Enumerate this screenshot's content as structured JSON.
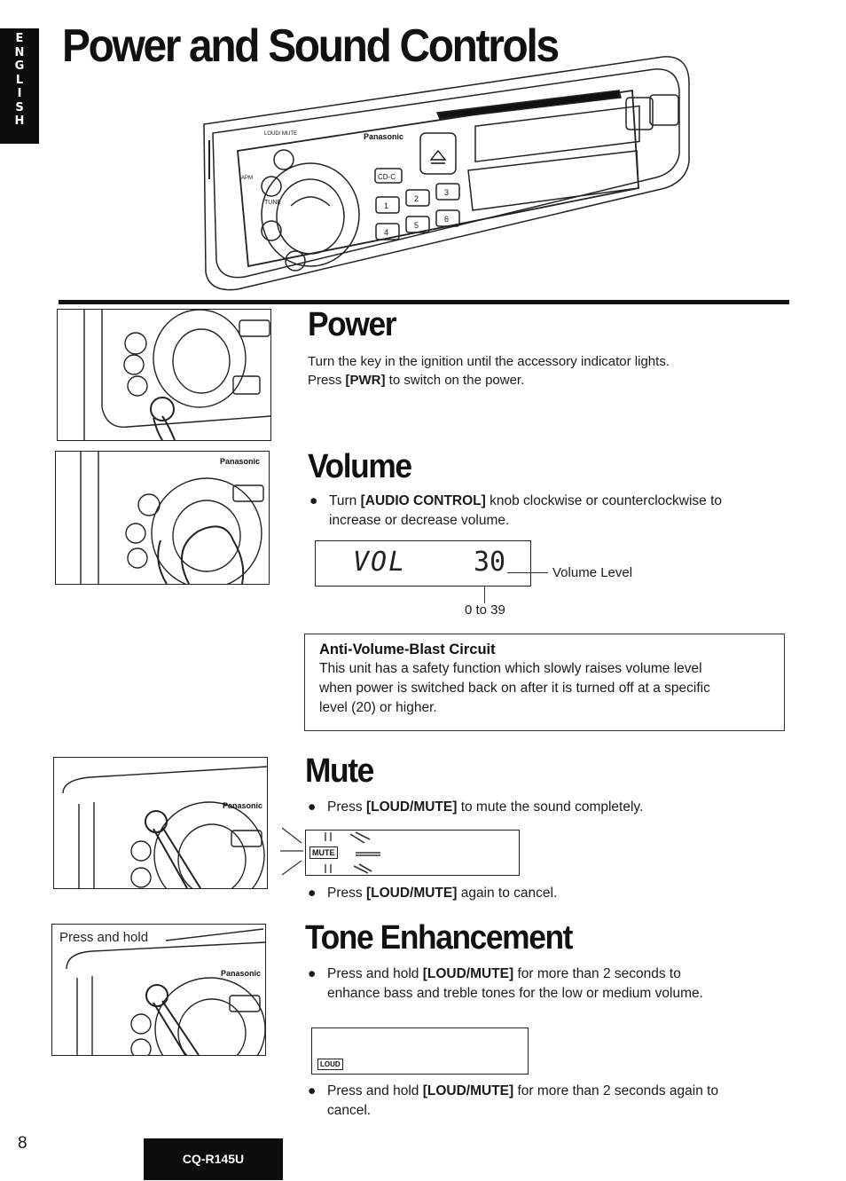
{
  "language_tab": [
    "E",
    "N",
    "G",
    "L",
    "I",
    "S",
    "H"
  ],
  "title": "Power and Sound Controls",
  "hero_labels": {
    "brand": "Panasonic",
    "loud_mute": "LOUD/ MUTE",
    "apm": "APM",
    "tune": "TUNE",
    "cdc": "CD-C",
    "presets": [
      "1",
      "2",
      "3",
      "4",
      "5",
      "6"
    ]
  },
  "power": {
    "heading": "Power",
    "line1": "Turn the key in the ignition until the accessory indicator lights.",
    "line2_pre": "Press ",
    "line2_key": "[PWR]",
    "line2_post": " to switch on the power."
  },
  "volume": {
    "heading": "Volume",
    "bullet_pre": "Turn ",
    "bullet_key": "[AUDIO CONTROL]",
    "bullet_post": " knob clockwise or counterclockwise to",
    "bullet_line2": "increase or decrease volume.",
    "lcd_text": "VOL",
    "lcd_value": "30",
    "level_label": "Volume Level",
    "range": "0 to 39"
  },
  "avb": {
    "title": "Anti-Volume-Blast Circuit",
    "lines": [
      "This unit has a safety function which slowly raises volume level",
      "when power is switched back on after it is turned off at a specific",
      "level (20) or higher."
    ]
  },
  "mute": {
    "heading": "Mute",
    "bullet1_pre": "Press ",
    "bullet1_key": "[LOUD/MUTE]",
    "bullet1_post": " to mute the sound completely.",
    "indicator": "MUTE",
    "bullet2_pre": "Press ",
    "bullet2_key": "[LOUD/MUTE]",
    "bullet2_post": " again to cancel."
  },
  "tone": {
    "heading": "Tone Enhancement",
    "press_hold_label": "Press and hold",
    "bullet1_pre": "Press and hold ",
    "bullet1_key": "[LOUD/MUTE]",
    "bullet1_post": " for more than 2 seconds to",
    "bullet1_line2": "enhance bass and treble tones for the low or medium volume.",
    "indicator": "LOUD",
    "bullet2_pre": "Press and hold ",
    "bullet2_key": "[LOUD/MUTE]",
    "bullet2_post": " for more than 2 seconds again to",
    "bullet2_line2": "cancel."
  },
  "footer": {
    "page_number": "8",
    "model": "CQ-R145U"
  }
}
